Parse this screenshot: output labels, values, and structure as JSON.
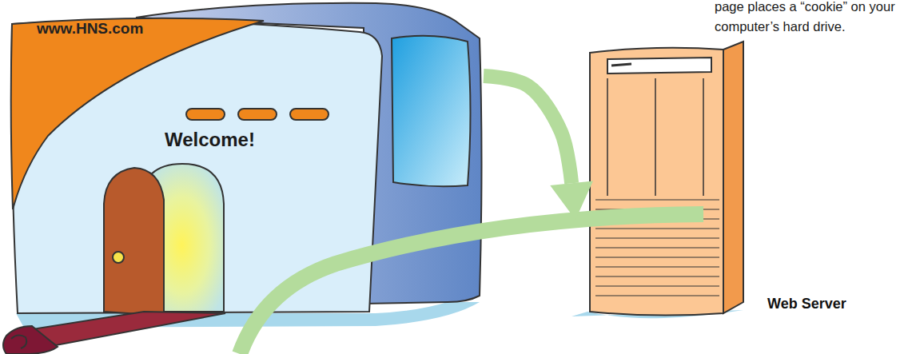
{
  "diagram": {
    "nodes": [
      {
        "text": [
          "www.HNS.com",
          "Welcome!"
        ]
      },
      {
        "text": [
          "Web Server"
        ]
      }
    ],
    "edges": [
      {
        "from": 0,
        "to": 1,
        "arrow": "to"
      }
    ],
    "labels": [
      "page places a “cookie” on your computer’s hard drive."
    ]
  }
}
